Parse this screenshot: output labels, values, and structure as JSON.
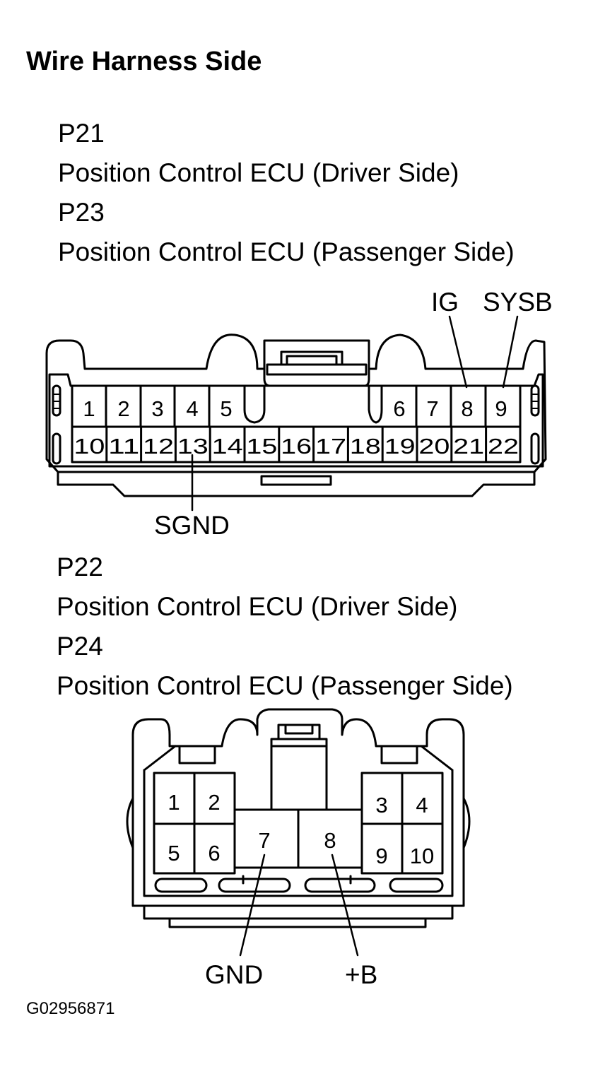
{
  "heading": "Wire Harness Side",
  "connector_a": {
    "code_1": "P21",
    "name_1": "Position Control ECU (Driver Side)",
    "code_2": "P23",
    "name_2": "Position Control ECU (Passenger Side)",
    "pins_top": [
      "1",
      "2",
      "3",
      "4",
      "5",
      "6",
      "7",
      "8",
      "9"
    ],
    "pins_bottom": [
      "10",
      "11",
      "12",
      "13",
      "14",
      "15",
      "16",
      "17",
      "18",
      "19",
      "20",
      "21",
      "22"
    ],
    "callouts": {
      "ig": "IG",
      "sysb": "SYSB",
      "sgnd": "SGND"
    }
  },
  "connector_b": {
    "code_1": "P22",
    "name_1": "Position Control ECU (Driver Side)",
    "code_2": "P24",
    "name_2": "Position Control ECU (Passenger Side)",
    "pins": [
      "1",
      "2",
      "3",
      "4",
      "5",
      "6",
      "7",
      "8",
      "9",
      "10"
    ],
    "callouts": {
      "gnd": "GND",
      "plus_b": "+B"
    }
  },
  "figure_code": "G02956871"
}
